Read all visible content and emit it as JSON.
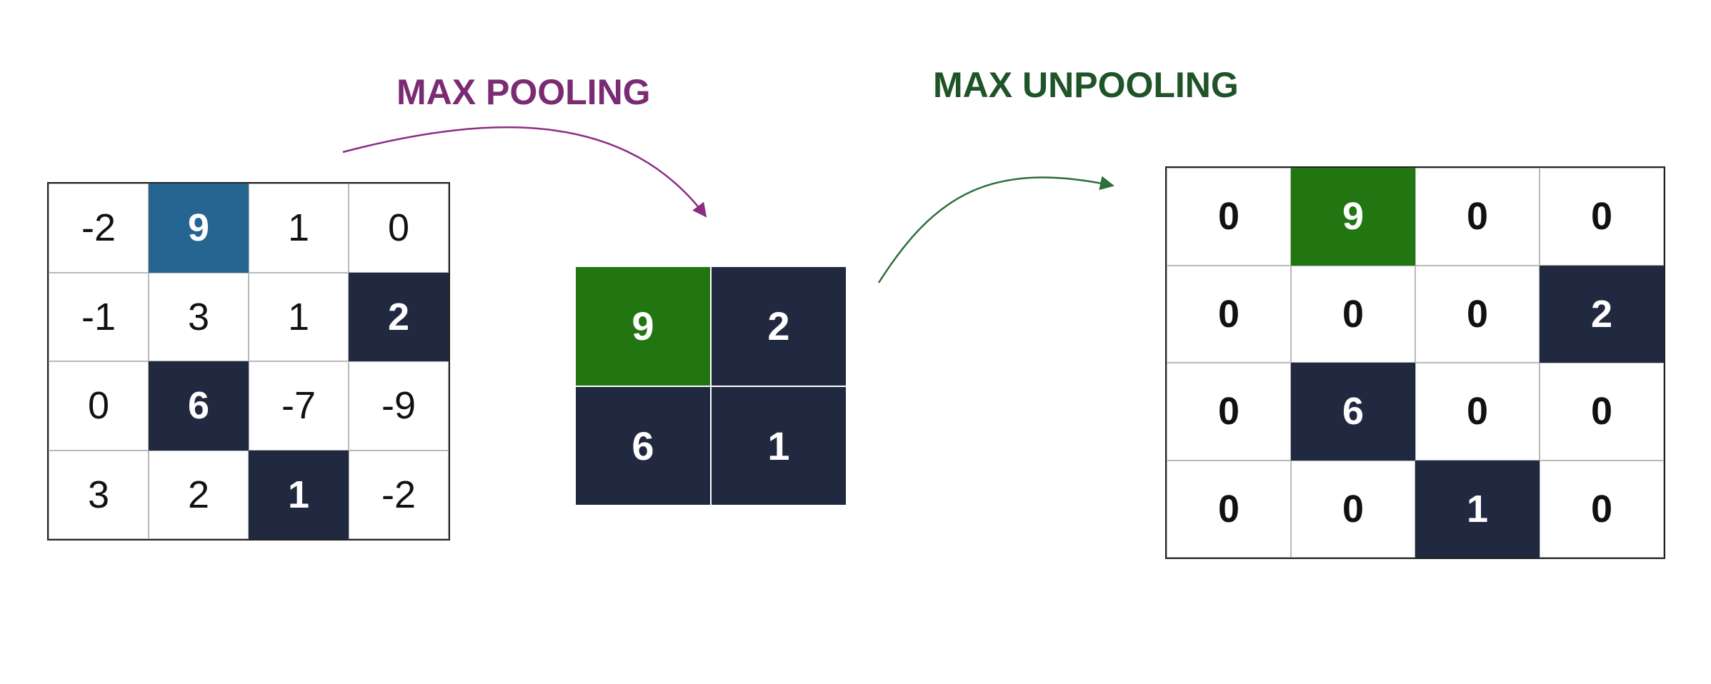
{
  "labels": {
    "max_pooling": "MAX POOLING",
    "max_unpooling": "MAX UNPOOLING"
  },
  "colors": {
    "pooling_label": "#7b2a74",
    "unpooling_label": "#1e5428",
    "blue": "#266591",
    "green": "#217611",
    "navy": "#212940",
    "pooling_arrow": "#8b2d82",
    "unpooling_arrow": "#2d6e3a"
  },
  "input_matrix": [
    [
      {
        "v": "-2"
      },
      {
        "v": "9",
        "hl": "blue"
      },
      {
        "v": "1"
      },
      {
        "v": "0"
      }
    ],
    [
      {
        "v": "-1"
      },
      {
        "v": "3"
      },
      {
        "v": "1"
      },
      {
        "v": "2",
        "hl": "navy"
      }
    ],
    [
      {
        "v": "0"
      },
      {
        "v": "6",
        "hl": "navy"
      },
      {
        "v": "-7"
      },
      {
        "v": "-9"
      }
    ],
    [
      {
        "v": "3"
      },
      {
        "v": "2"
      },
      {
        "v": "1",
        "hl": "navy"
      },
      {
        "v": "-2"
      }
    ]
  ],
  "pooled_matrix": [
    [
      {
        "v": "9",
        "hl": "green"
      },
      {
        "v": "2",
        "hl": "navy"
      }
    ],
    [
      {
        "v": "6",
        "hl": "navy"
      },
      {
        "v": "1",
        "hl": "navy"
      }
    ]
  ],
  "unpooled_matrix": [
    [
      {
        "v": "0"
      },
      {
        "v": "9",
        "hl": "green"
      },
      {
        "v": "0"
      },
      {
        "v": "0"
      }
    ],
    [
      {
        "v": "0"
      },
      {
        "v": "0"
      },
      {
        "v": "0"
      },
      {
        "v": "2",
        "hl": "navy"
      }
    ],
    [
      {
        "v": "0"
      },
      {
        "v": "6",
        "hl": "navy"
      },
      {
        "v": "0"
      },
      {
        "v": "0"
      }
    ],
    [
      {
        "v": "0"
      },
      {
        "v": "0"
      },
      {
        "v": "1",
        "hl": "navy"
      },
      {
        "v": "0"
      }
    ]
  ]
}
